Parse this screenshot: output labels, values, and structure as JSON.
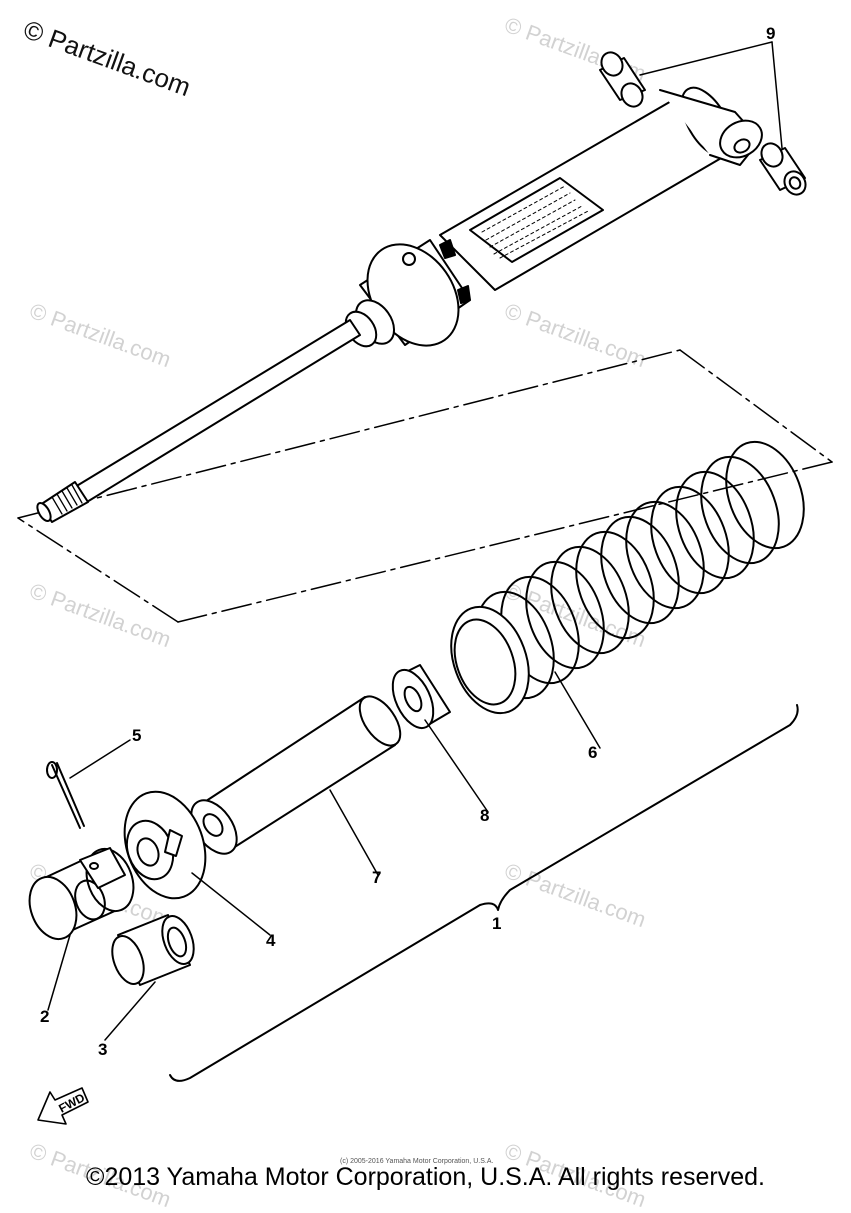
{
  "watermark": {
    "main": "© Partzilla.com",
    "repeat": "© Partzilla.com"
  },
  "callouts": {
    "c1": "1",
    "c2": "2",
    "c3": "3",
    "c4": "4",
    "c5": "5",
    "c6": "6",
    "c7": "7",
    "c8": "8",
    "c9": "9"
  },
  "fwd_label": "FWD",
  "small_copyright": "(c) 2005-2016 Yamaha Motor Corporation, U.S.A.",
  "footer": "©2013 Yamaha Motor Corporation, U.S.A. All rights reserved.",
  "icons": {
    "fwd": "fwd-arrow-icon"
  }
}
